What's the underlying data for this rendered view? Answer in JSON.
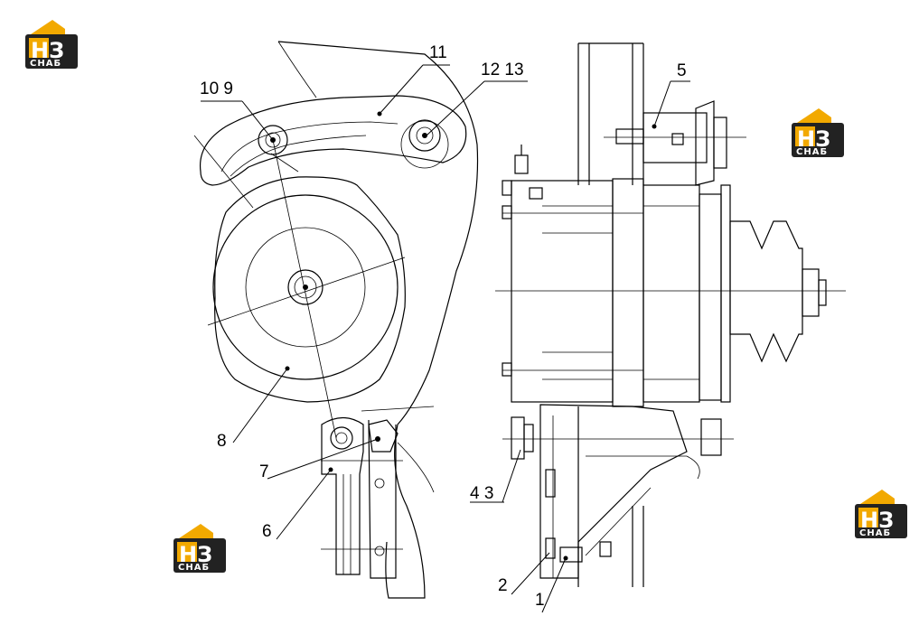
{
  "logos": {
    "brand_top": "НЗ",
    "brand_bottom": "СНАБ",
    "accent_color": "#f2a900",
    "dark_color": "#222222"
  },
  "callouts": {
    "c1": "1",
    "c2": "2",
    "c43": "4 3",
    "c5": "5",
    "c6": "6",
    "c7": "7",
    "c8": "8",
    "c109": "10 9",
    "c11": "11",
    "c1213": "12 13"
  }
}
